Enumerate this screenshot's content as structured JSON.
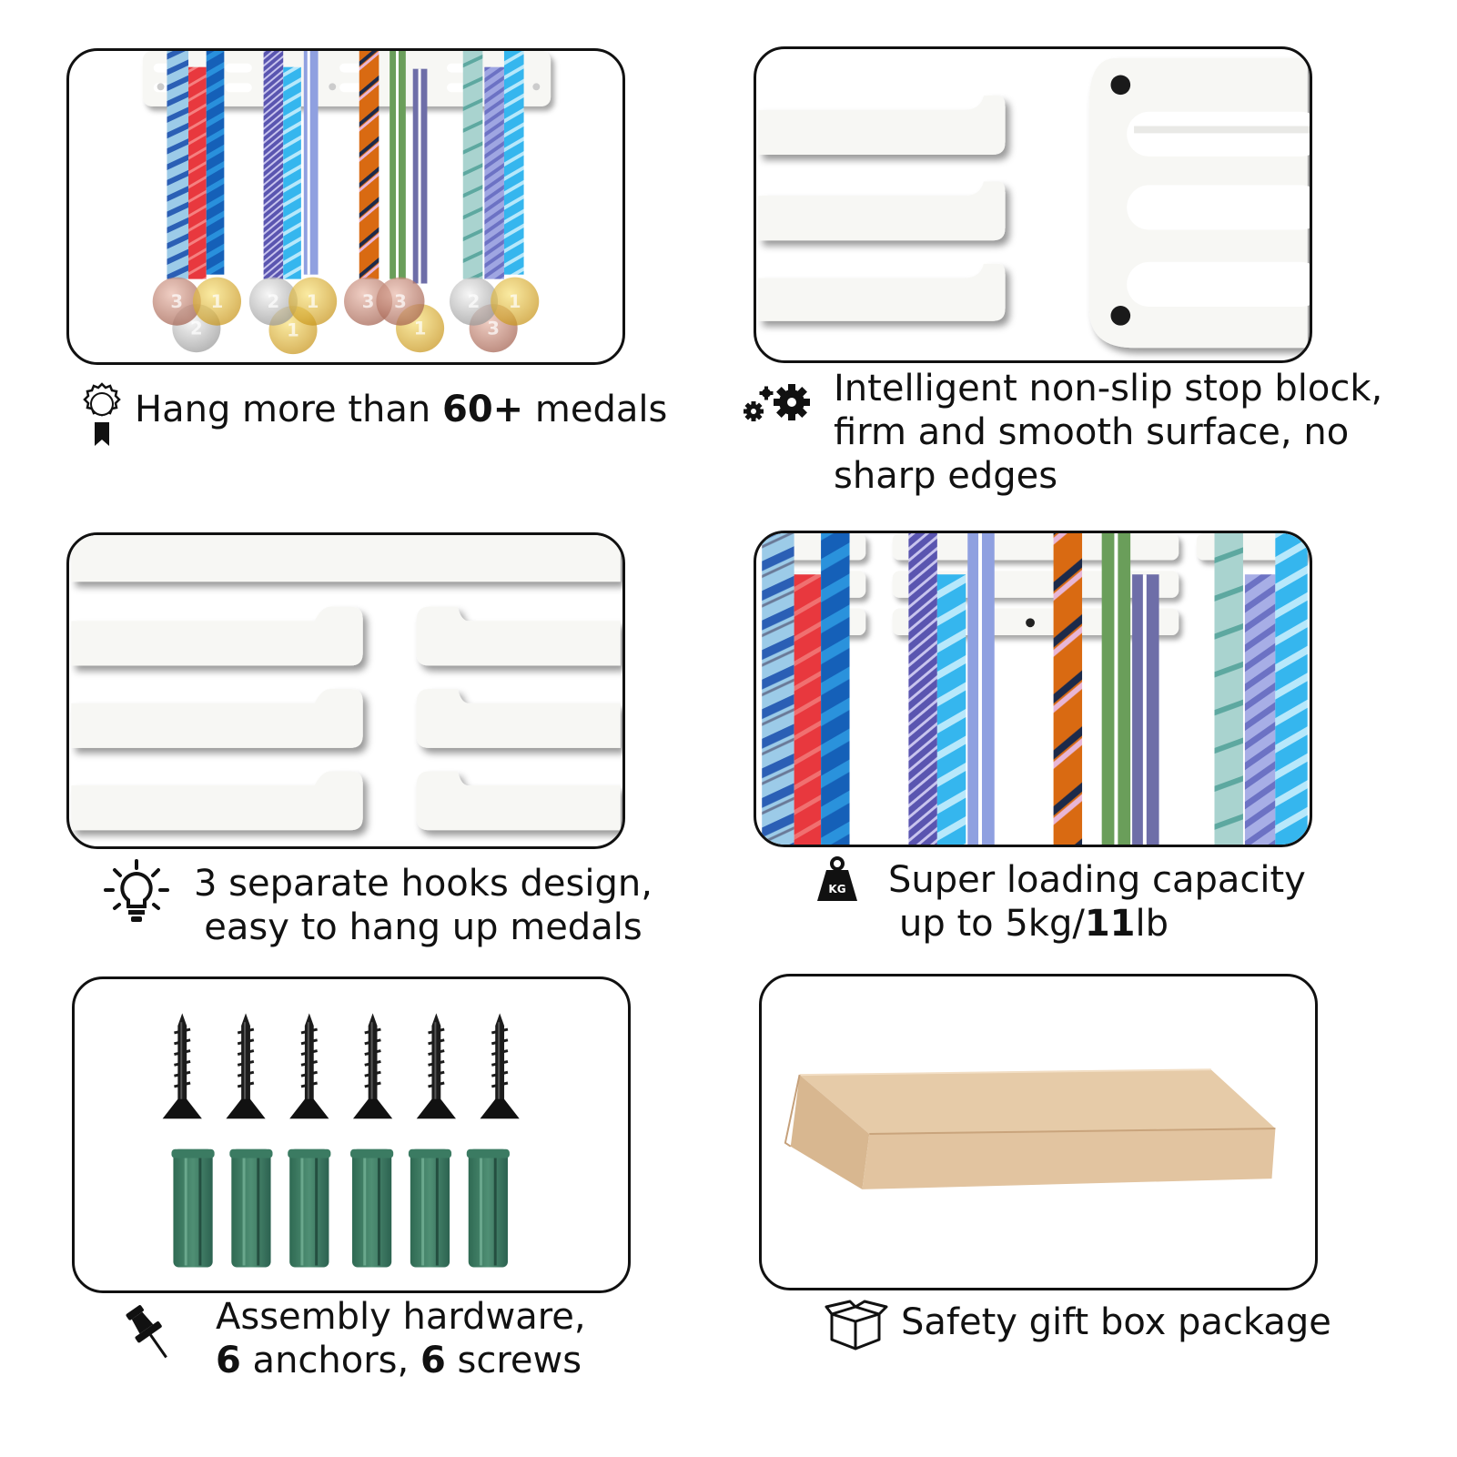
{
  "features": [
    {
      "icon": "medal-ribbon-icon",
      "lines": [
        {
          "pre": "Hang more than ",
          "bold": "60+",
          "post": " medals"
        }
      ]
    },
    {
      "icon": "gears-icon",
      "lines": [
        {
          "text": "Intelligent non-slip stop block,"
        },
        {
          "text": "firm and smooth surface, no"
        },
        {
          "text": "sharp edges"
        }
      ]
    },
    {
      "icon": "lightbulb-icon",
      "lines": [
        {
          "text": "3 separate hooks design,"
        },
        {
          "text": "easy to hang up medals"
        }
      ]
    },
    {
      "icon": "kg-weight-icon",
      "weight_label": "KG",
      "lines": [
        {
          "text": "Super loading capacity"
        },
        {
          "pre": "up to 5kg/",
          "bold": "11",
          "post": "lb"
        }
      ]
    },
    {
      "icon": "push-pin-icon",
      "lines": [
        {
          "text": "Assembly hardware,"
        },
        {
          "bold1": "6",
          "mid": " anchors, ",
          "bold2": "6",
          "post": " screws"
        }
      ]
    },
    {
      "icon": "box-icon",
      "lines": [
        {
          "text": "Safety gift box package"
        }
      ]
    }
  ],
  "medal_numbers": [
    "3",
    "1",
    "2",
    "2",
    "1",
    "3",
    "3",
    "1",
    "2",
    "1",
    "3",
    "1"
  ],
  "colors": {
    "border": "#111111",
    "hanger": "#f7f7f4",
    "gold": "#e0b830",
    "silver": "#c8c8c8",
    "bronze": "#c98a78",
    "anchor": "#3f7a63",
    "screw": "#1c1c1c",
    "box": "#e2c4a0"
  }
}
